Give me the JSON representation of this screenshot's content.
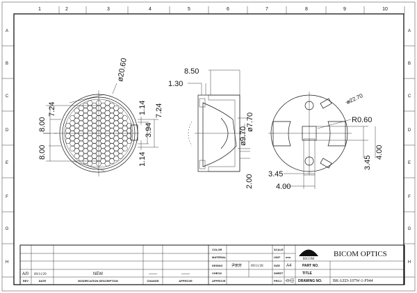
{
  "frame": {
    "columns": [
      "1",
      "2",
      "3",
      "4",
      "5",
      "6",
      "7",
      "8",
      "9",
      "10"
    ],
    "rows": [
      "A",
      "B",
      "C",
      "D",
      "E",
      "F",
      "G",
      "H"
    ]
  },
  "front_view": {
    "dims": {
      "dia": "ø20.60",
      "w_left_top": "7.24",
      "w_left_a": "8.00",
      "w_left_b": "8.00",
      "tab_top": "1.14",
      "tab_mid": "3.94",
      "tab_right": "7.24",
      "tab_bottom": "1.14"
    }
  },
  "side_view": {
    "dims": {
      "length": "8.50",
      "rim": "1.30",
      "dia_outer": "ø7.70",
      "dia_inner": "ø9.70",
      "height": "2.00"
    }
  },
  "rear_view": {
    "dims": {
      "dia": "ø22.70",
      "radius": "R0.60",
      "h_a": "3.45",
      "h_b": "4.00",
      "v_a": "3.45",
      "v_b": "4.00"
    }
  },
  "revision_block": {
    "row": {
      "rev": "A/0",
      "date": "09/11/29",
      "description": "NEW",
      "change": "——",
      "approve": "——"
    },
    "headers": {
      "rev": "REV",
      "date": "DATE",
      "description": "MODIFICATION DESCRIPTION",
      "change": "CHANGE",
      "approve": "APPROVE"
    }
  },
  "title_block": {
    "labels": {
      "color": "COLOR",
      "material": "MATERIAL",
      "design": "DESING",
      "check": "CHECK",
      "approve": "APPROVE",
      "scale": "SCALE",
      "unit": "UNIT",
      "size": "SIZE",
      "sheet": "SHEET",
      "proj": "PROJ.",
      "part_no": "PART NO.",
      "title": "TITLE",
      "drawing_no": "DRAWING NO."
    },
    "values": {
      "designer": "尹丽芳",
      "design_date": "09/11/28",
      "unit": "mm",
      "size": "A4",
      "drawing_no": "BK-LED-107W-1-F944"
    },
    "company": "BICOM OPTICS",
    "logo_text": "BICOM"
  }
}
